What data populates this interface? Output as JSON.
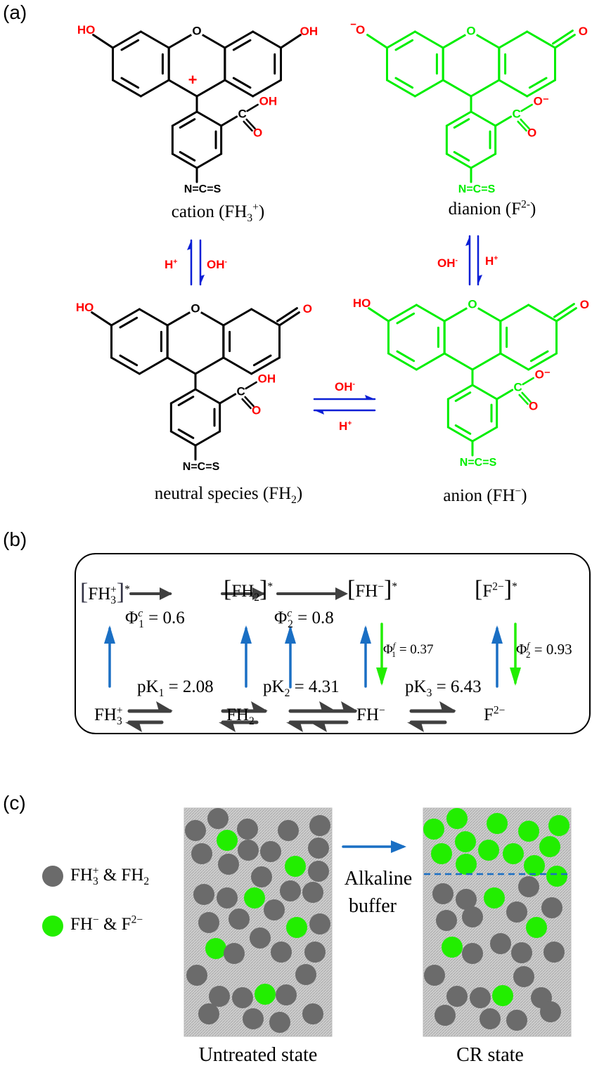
{
  "panel_labels": {
    "a": "(a)",
    "b": "(b)",
    "c": "(c)"
  },
  "colors": {
    "black_species": "#000000",
    "green_species": "#00ee00",
    "substituent": "#ff0000",
    "arrow_blue": "#0a1fd6",
    "excitation": "#1a6fc4",
    "emission": "#22ee00",
    "gray_dot": "#6b6b6b",
    "equilibrium_gray": "#404040"
  },
  "molecules": [
    {
      "id": "cation",
      "color": "#000000",
      "left_group": "HO",
      "right_group": "OH",
      "right_double": false,
      "acid_c": "C",
      "acid_top": "OH",
      "acid_bottom": "O",
      "ncs": "N=C=S",
      "charge": "+",
      "caption": {
        "text": "cation (FH",
        "sub": "3",
        "sup": "+",
        "end": ")"
      }
    },
    {
      "id": "dianion",
      "color": "#00ee00",
      "left_group": "O",
      "left_charge": "−",
      "right_group": "O",
      "right_double": true,
      "acid_c": "C",
      "acid_top": "O⁻",
      "acid_bottom": "O",
      "ncs": "N=C=S",
      "charge": "",
      "caption": {
        "text": "dianion (F",
        "sub": "",
        "sup": "2-",
        "end": ")"
      }
    },
    {
      "id": "neutral",
      "color": "#000000",
      "left_group": "HO",
      "right_group": "O",
      "right_double": true,
      "acid_c": "C",
      "acid_top": "OH",
      "acid_bottom": "O",
      "ncs": "N=C=S",
      "charge": "",
      "caption": {
        "text": "neutral species (FH",
        "sub": "2",
        "sup": "",
        "end": ")"
      }
    },
    {
      "id": "anion",
      "color": "#00ee00",
      "left_group": "HO",
      "right_group": "O",
      "right_double": true,
      "acid_c": "C",
      "acid_top": "O⁻",
      "acid_bottom": "O",
      "ncs": "N=C=S",
      "charge": "",
      "caption": {
        "text": "anion (FH",
        "sub": "",
        "sup": "−",
        "end": ")"
      }
    }
  ],
  "equilibria": {
    "left_vertical": {
      "left": "H",
      "left_sup": "+",
      "right": "OH",
      "right_sup": "-"
    },
    "right_vertical": {
      "left": "OH",
      "left_sup": "-",
      "right": "H",
      "right_sup": "+"
    },
    "horizontal": {
      "top": "OH",
      "top_sup": "-",
      "bottom": "H",
      "bottom_sup": "+"
    }
  },
  "scheme_b": {
    "excited": [
      {
        "base": "FH",
        "sub": "3",
        "sup": "+",
        "star": "*"
      },
      {
        "base": "FH",
        "sub": "2",
        "sup": "",
        "star": "*"
      },
      {
        "base": "FH",
        "sub": "",
        "sup": "−",
        "star": "*"
      },
      {
        "base": "F",
        "sub": "",
        "sup": "2−",
        "star": "*"
      }
    ],
    "ground": [
      {
        "base": "FH",
        "sub": "3",
        "sup": "+"
      },
      {
        "base": "FH",
        "sub": "2",
        "sup": ""
      },
      {
        "base": "FH",
        "sub": "",
        "sup": "−"
      },
      {
        "base": "F",
        "sub": "",
        "sup": "2−"
      }
    ],
    "conversion_yields": [
      {
        "symbol": "Φ",
        "sup": "c",
        "sub": "1",
        "value": "= 0.6"
      },
      {
        "symbol": "Φ",
        "sup": "c",
        "sub": "2",
        "value": "= 0.8"
      }
    ],
    "fluorescence_yields": [
      {
        "symbol": "Φ",
        "sup": "f",
        "sub": "1",
        "value": "= 0.37"
      },
      {
        "symbol": "Φ",
        "sup": "f",
        "sub": "2",
        "value": "= 0.93"
      }
    ],
    "pk": [
      {
        "label": "pK",
        "sub": "1",
        "value": "= 2.08"
      },
      {
        "label": "pK",
        "sub": "2",
        "value": "= 4.31"
      },
      {
        "label": "pK",
        "sub": "3",
        "value": "= 6.43"
      }
    ]
  },
  "panel_c": {
    "legend": [
      {
        "color": "#6b6b6b",
        "a": "FH",
        "a_sub": "3",
        "a_sup": "+",
        "mid": " & FH",
        "b_sub": "2",
        "b_sup": ""
      },
      {
        "color": "#22ee00",
        "a": "FH",
        "a_sub": "",
        "a_sup": "−",
        "mid": " & F",
        "b_sub": "",
        "b_sup": "2−"
      }
    ],
    "arrow_label_1": "Alkaline",
    "arrow_label_2": "buffer",
    "left_caption": "Untreated state",
    "right_caption": "CR state"
  }
}
